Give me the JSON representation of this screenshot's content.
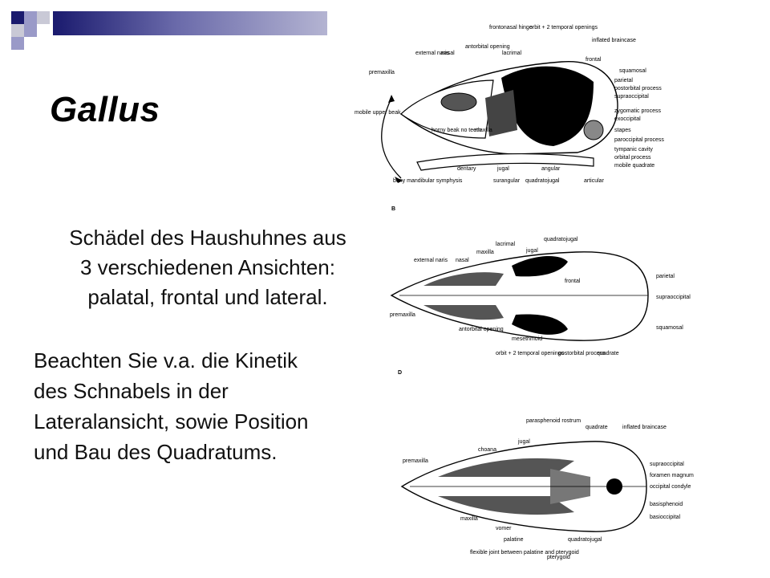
{
  "slide": {
    "title": "Gallus",
    "paragraph1": [
      "Schädel des Haushuhnes aus",
      "3 verschiedenen Ansichten:",
      "palatal, frontal und lateral."
    ],
    "paragraph2": [
      "Beachten Sie v.a. die Kinetik",
      "des Schnabels in der",
      "Lateralansicht, sowie Position",
      "und Bau des Quadratums."
    ]
  },
  "colors": {
    "deco_navy": "#1a1a6e",
    "deco_lavender": "#9a9ac8",
    "deco_gray": "#c9c9d6"
  },
  "figure_lateral": {
    "panel_letter": "B",
    "labels": [
      "frontonasal hinge",
      "orbit + 2 temporal openings",
      "external naris",
      "nasal",
      "antorbital opening",
      "lacrimal",
      "inflated braincase",
      "frontal",
      "premaxilla",
      "squamosal",
      "parietal",
      "postorbital process",
      "supraoccipital",
      "mobile upper beak",
      "zygomatic process",
      "exoccipital",
      "horny beak no teeth",
      "maxilla",
      "stapes",
      "paroccipital process",
      "tympanic cavity",
      "orbital process",
      "mobile quadrate",
      "dentary",
      "jugal",
      "angular",
      "bony mandibular symphysis",
      "surangular",
      "quadratojugal",
      "articular"
    ]
  },
  "figure_dorsal": {
    "panel_letter": "D",
    "labels": [
      "lacrimal",
      "quadratojugal",
      "external naris",
      "maxilla",
      "jugal",
      "nasal",
      "parietal",
      "frontal",
      "premaxilla",
      "supraoccipital",
      "antorbital opening",
      "squamosal",
      "mesethmoid",
      "orbit + 2 temporal openings",
      "postorbital process",
      "quadrate"
    ]
  },
  "figure_ventral": {
    "labels": [
      "parasphenoid rostrum",
      "quadrate",
      "inflated braincase",
      "choana",
      "jugal",
      "premaxilla",
      "supraoccipital",
      "foramen magnum",
      "occipital condyle",
      "basisphenoid",
      "basioccipital",
      "maxilla",
      "vomer",
      "palatine",
      "quadratojugal",
      "flexible joint between palatine and pterygoid",
      "pterygoid"
    ]
  }
}
